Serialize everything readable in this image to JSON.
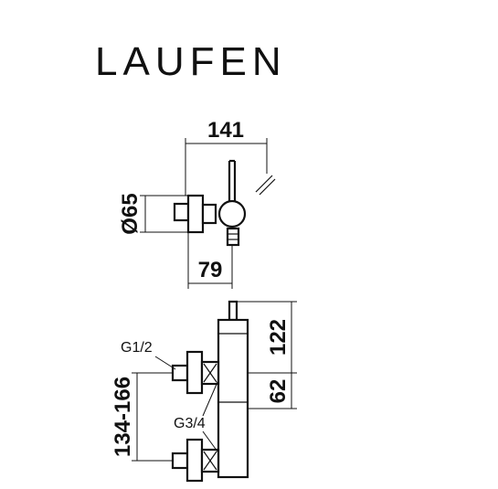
{
  "brand": {
    "name": "LAUFEN"
  },
  "top_view": {
    "width_dim": "141",
    "diameter_dim": "Ø65",
    "depth_dim": "79"
  },
  "front_view": {
    "height_top_dim": "122",
    "height_mid_dim": "62",
    "centers_dim": "134-166",
    "inlet_label": "G1/2",
    "outlet_label": "G3/4"
  }
}
